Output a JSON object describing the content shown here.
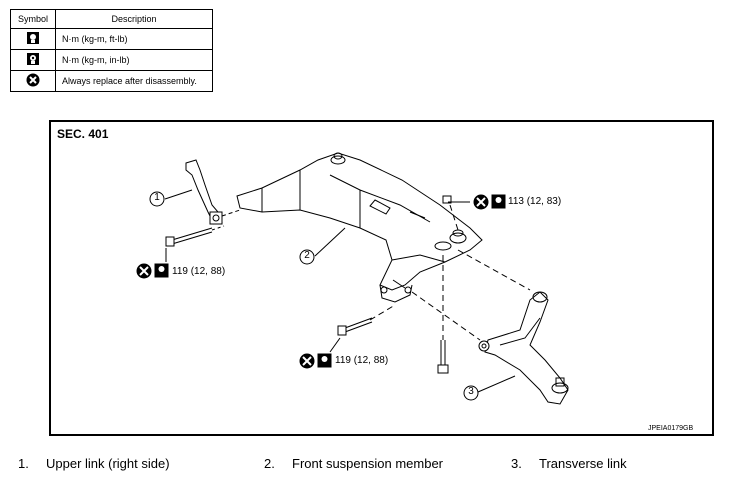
{
  "legend": {
    "header_symbol": "Symbol",
    "header_description": "Description",
    "rows": [
      {
        "icon": "torque-wrench-icon",
        "description": "N·m (kg-m, ft-lb)"
      },
      {
        "icon": "torque-wrench-small-icon",
        "description": "N·m (kg-m, in-lb)"
      },
      {
        "icon": "always-replace-icon",
        "description": "Always replace after disassembly."
      }
    ]
  },
  "diagram": {
    "section": "SEC. 401",
    "code": "JPEIA0179GB",
    "callouts": [
      "1",
      "2",
      "3"
    ],
    "torques": [
      {
        "value": "113 (12, 83)"
      },
      {
        "value": "119 (12, 88)"
      },
      {
        "value": "119 (12, 88)"
      }
    ]
  },
  "parts": [
    {
      "num": "1.",
      "name": "Upper link (right side)"
    },
    {
      "num": "2.",
      "name": "Front suspension member"
    },
    {
      "num": "3.",
      "name": "Transverse link"
    }
  ]
}
